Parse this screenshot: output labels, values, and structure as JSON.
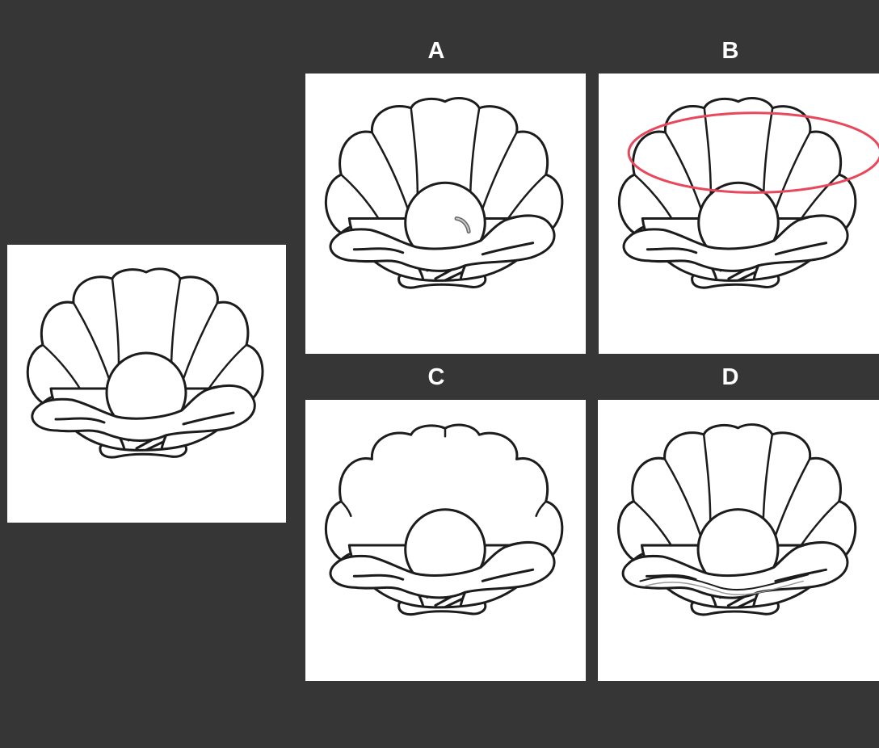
{
  "colors": {
    "background": "#363636",
    "panel": "#ffffff",
    "label": "#ffffff",
    "line": "#1c1c1c",
    "highlight": "#e8485c"
  },
  "reference": {
    "icon": "clam-with-pearl-icon"
  },
  "options": [
    {
      "label": "A",
      "variant": "mark-on-pearl"
    },
    {
      "label": "B",
      "variant": "circled-top-petals"
    },
    {
      "label": "C",
      "variant": "missing-petal-lines"
    },
    {
      "label": "D",
      "variant": "extra-lip-lines"
    }
  ]
}
